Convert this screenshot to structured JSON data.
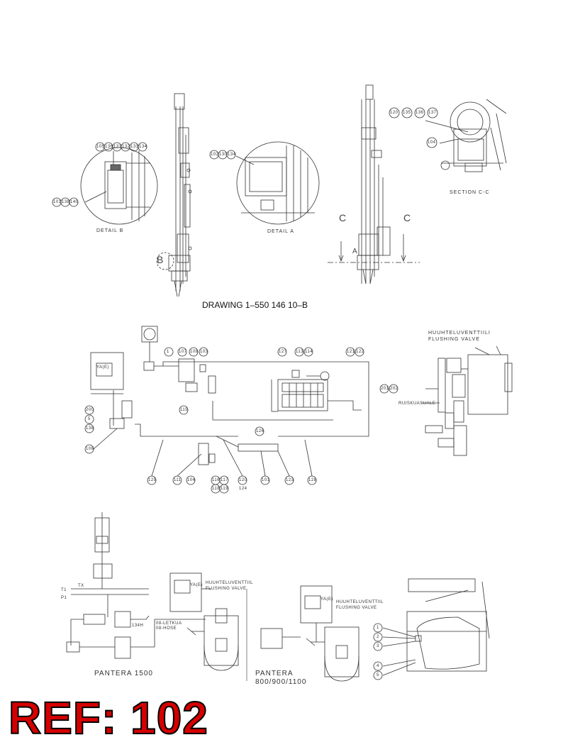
{
  "drawing_number": "DRAWING 1–550 146 10–B",
  "ref_label": "REF: 102",
  "colors": {
    "ref_fill": "#d40000",
    "ref_outline": "#000000",
    "line": "#333333"
  },
  "top_section": {
    "detail_b_label": "DETAIL B",
    "detail_a_label": "DETAIL A",
    "section_label": "SECTION C-C",
    "marker_b": "B",
    "marker_a": "A",
    "marker_c": "C",
    "detail_b_balloons_top": [
      "105",
      "136",
      "131",
      "132",
      "133",
      "134"
    ],
    "detail_b_balloons_side": [
      "101",
      "138",
      "140"
    ],
    "detail_a_balloons": [
      "102",
      "130",
      "134"
    ],
    "section_balloons": [
      "120",
      "135",
      "136",
      "137"
    ],
    "section_balloon_side": "104"
  },
  "middle_section": {
    "flushing_title_fi": "HUUHTELUVENTTIILI",
    "flushing_title_en": "FLUSHING VALVE",
    "balloons": [
      "1",
      "107",
      "108",
      "103",
      "127",
      "113",
      "114",
      "121",
      "122",
      "200",
      "5",
      "138",
      "115",
      "106",
      "126",
      "125",
      "111",
      "104",
      "116",
      "117",
      "118",
      "119",
      "120",
      "124",
      "101",
      "123",
      "128",
      "201",
      "202"
    ],
    "small_text": "YA(E)",
    "hose_label": "RUISKUASUALE"
  },
  "bottom_section": {
    "left_title": "PANTERA 1500",
    "mid_title_line1": "PANTERA",
    "mid_title_line2": "800/900/1100",
    "flushing_fi": "HUUHTELUVENTTIIL",
    "flushing_en": "FLUSHING VALVE",
    "hose_fi": "08-LETKUA",
    "hose_en": "08-HOSE",
    "valve_code": "YA(E)",
    "part_no": "134H",
    "port_labels": [
      "T1",
      "P1",
      "TX"
    ],
    "right_balloons": [
      "1",
      "2",
      "3",
      "4",
      "5"
    ]
  }
}
